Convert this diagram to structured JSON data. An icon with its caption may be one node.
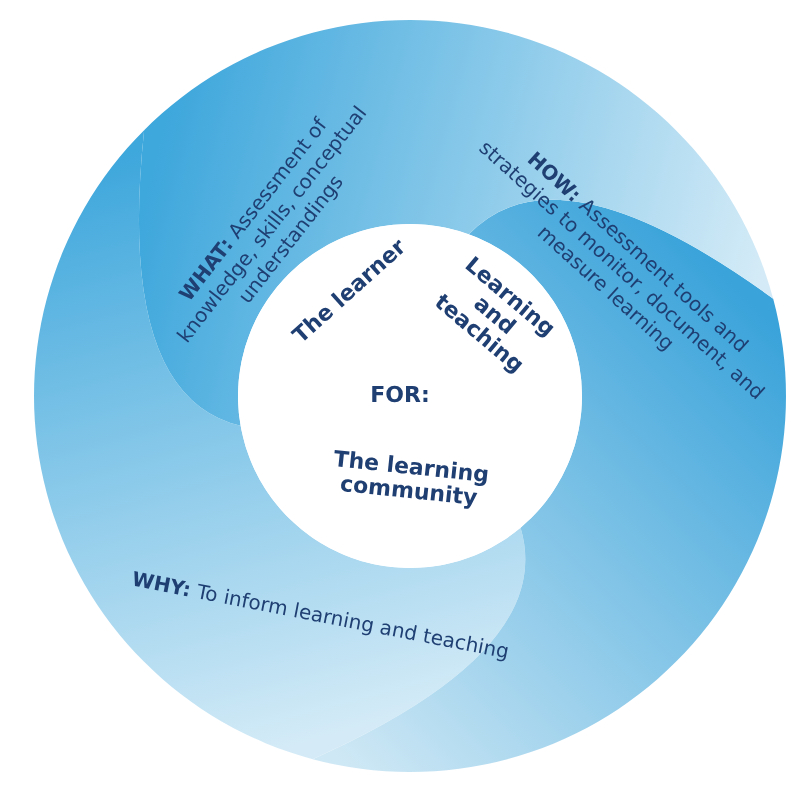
{
  "diagram": {
    "nodes": [
      {
        "text": [
          "**WHAT:** Assessment of knowledge, skills, conceptual understandings"
        ]
      },
      {
        "text": [
          "**HOW:** Assessment tools and strategies to monitor, document, and measure learning"
        ]
      },
      {
        "text": [
          "**WHY:** To inform learning and teaching"
        ]
      },
      {
        "text": [
          "The learner",
          "Learning and teaching",
          "FOR:",
          "The learning community"
        ]
      }
    ]
  }
}
